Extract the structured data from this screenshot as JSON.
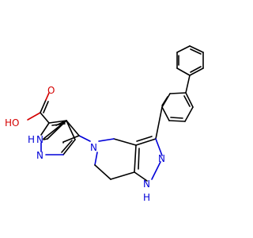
{
  "molecule": {
    "atoms": {
      "oh_label": "HO",
      "o_label": "O",
      "nh_pyrazole_top_n": "N",
      "nh_pyrazole_top_h": "H",
      "n_pyrazole_top": "N",
      "n_amine": "N",
      "n_pyrazole_bottom": "N",
      "nh_pyrazole_bottom_n": "N",
      "nh_pyrazole_bottom_h": "H"
    },
    "colors": {
      "oxygen": "#d40000",
      "nitrogen": "#0000d8",
      "carbon": "#000000"
    }
  }
}
